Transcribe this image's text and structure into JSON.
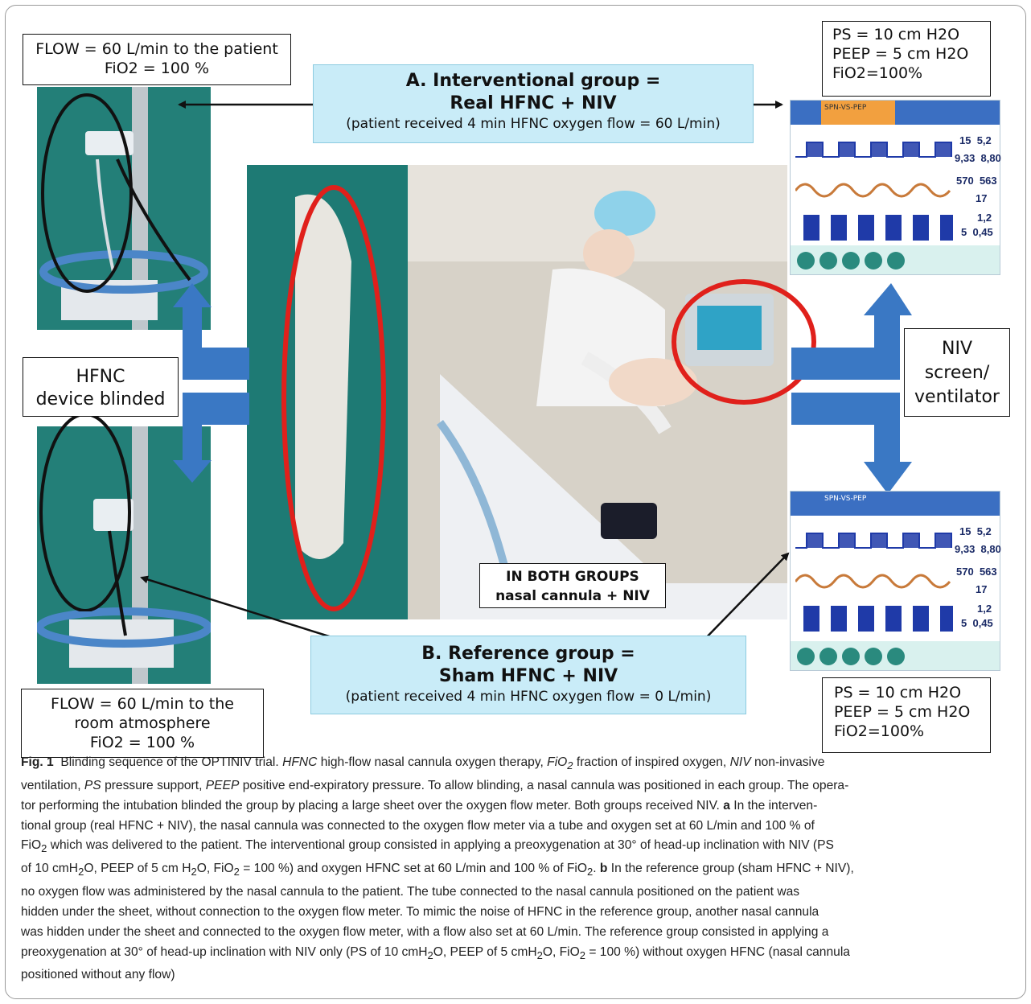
{
  "figure": {
    "box_flow_top": {
      "line1": "FLOW = 60 L/min to the patient",
      "line2": "FiO2 = 100 %"
    },
    "box_flow_bottom": {
      "line1": "FLOW = 60 L/min to the",
      "line2": "room atmosphere",
      "line3": "FiO2 = 100 %"
    },
    "box_hfnc": {
      "line1": "HFNC",
      "line2": "device blinded"
    },
    "box_niv": {
      "line1": "NIV",
      "line2": "screen/",
      "line3": "ventilator"
    },
    "box_ps_top": {
      "line1": "PS = 10 cm H2O",
      "line2": "PEEP = 5 cm H2O",
      "line3": "FiO2=100%"
    },
    "box_ps_bottom": {
      "line1": "PS = 10 cm H2O",
      "line2": "PEEP = 5 cm H2O",
      "line3": "FiO2=100%"
    },
    "group_a": {
      "title1": "A. Interventional group =",
      "title2": "Real HFNC + NIV",
      "detail": "(patient received 4 min HFNC oxygen flow = 60 L/min)"
    },
    "group_b": {
      "title1": "B. Reference group =",
      "title2": "Sham HFNC + NIV",
      "detail": "(patient received 4 min HFNC oxygen flow = 0 L/min)"
    },
    "both_groups": {
      "line1": "IN BOTH GROUPS",
      "line2": "nasal cannula + NIV"
    },
    "monitor": {
      "mode": "SPN-VS-PEP",
      "v1a": "15",
      "v1b": "5,2",
      "v2a": "9,33",
      "v2b": "8,80",
      "v3a": "570",
      "v3b": "563",
      "v4": "17",
      "v5": "1,2",
      "v6a": "5",
      "v6b": "0,45"
    },
    "colors": {
      "arrow_blue": "#3a78c4",
      "highlight_red": "#e0201b",
      "box_blue": "#c9ecf8"
    }
  },
  "caption": {
    "label": "Fig. 1",
    "intro": "Blinding sequence of the OPTINIV trial.",
    "abbr_hfnc": "HFNC",
    "def_hfnc": "high-flow nasal cannula oxygen therapy,",
    "abbr_fio2": "FiO",
    "def_fio2": "fraction of inspired oxygen,",
    "abbr_niv": "NIV",
    "def_niv": "non-invasive",
    "line2_start": "ventilation,",
    "abbr_ps": "PS",
    "def_ps": "pressure support,",
    "abbr_peep": "PEEP",
    "def_peep": "positive end-expiratory pressure. To allow blinding, a nasal cannula was positioned in each group. The opera-",
    "line3": "tor performing the intubation blinded the group by placing a large sheet over the oxygen flow meter. Both groups received NIV.",
    "label_a": "a",
    "line3_end": "In the interven-",
    "line4": "tional group (real HFNC + NIV), the nasal cannula was connected to the oxygen flow meter via a tube and oxygen set at 60 L/min and 100 % of",
    "line5": "which was delivered to the patient. The interventional group consisted in applying a preoxygenation at 30° of head-up inclination with NIV (PS",
    "line6_a": "of 10 cmH",
    "line6_b": "O, PEEP of 5 cm H",
    "line6_c": "O, FiO",
    "line6_d": "= 100 %) and oxygen HFNC set at 60 L/min and 100 % of FiO",
    "line6_e": ".",
    "label_b": "b",
    "line6_f": "In the reference group (sham HFNC + NIV),",
    "line7": "no oxygen flow was administered by the nasal cannula to the patient. The tube connected to the nasal cannula positioned on the patient was",
    "line8": "hidden under the sheet, without connection to the oxygen flow meter. To mimic the noise of HFNC in the reference group, another nasal cannula",
    "line9": "was hidden under the sheet and connected to the oxygen flow meter, with a flow also set at 60 L/min. The reference group consisted in applying a",
    "line10_a": "preoxygenation at 30° of head-up inclination with NIV only (PS of 10 cmH",
    "line10_b": "O, PEEP of 5 cmH",
    "line10_c": "O, FiO",
    "line10_d": "= 100 %) without oxygen HFNC (nasal cannula",
    "line11": "positioned without any flow)",
    "sub2": "2",
    "fio2_word": "FiO"
  }
}
